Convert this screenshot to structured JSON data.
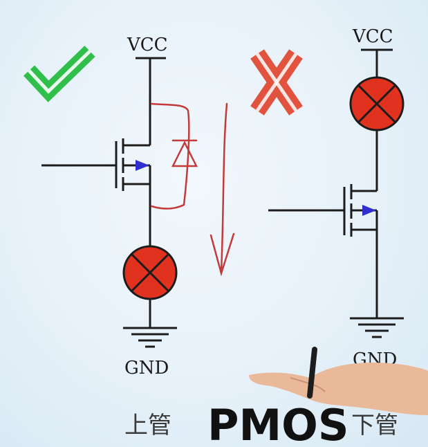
{
  "left_circuit": {
    "supply_label": "VCC",
    "ground_label": "GND",
    "caption": "上管",
    "verdict_icon": "check-mark-icon"
  },
  "right_circuit": {
    "supply_label": "VCC",
    "ground_label": "GND",
    "caption": "下管",
    "verdict_icon": "cross-mark-icon"
  },
  "title": "PMOS",
  "colors": {
    "check": "#2fbf4a",
    "cross": "#e2533f",
    "lamp": "#e0321e",
    "handwriting": "#c23a3a",
    "transistor_arrow": "#2f2fd0"
  }
}
